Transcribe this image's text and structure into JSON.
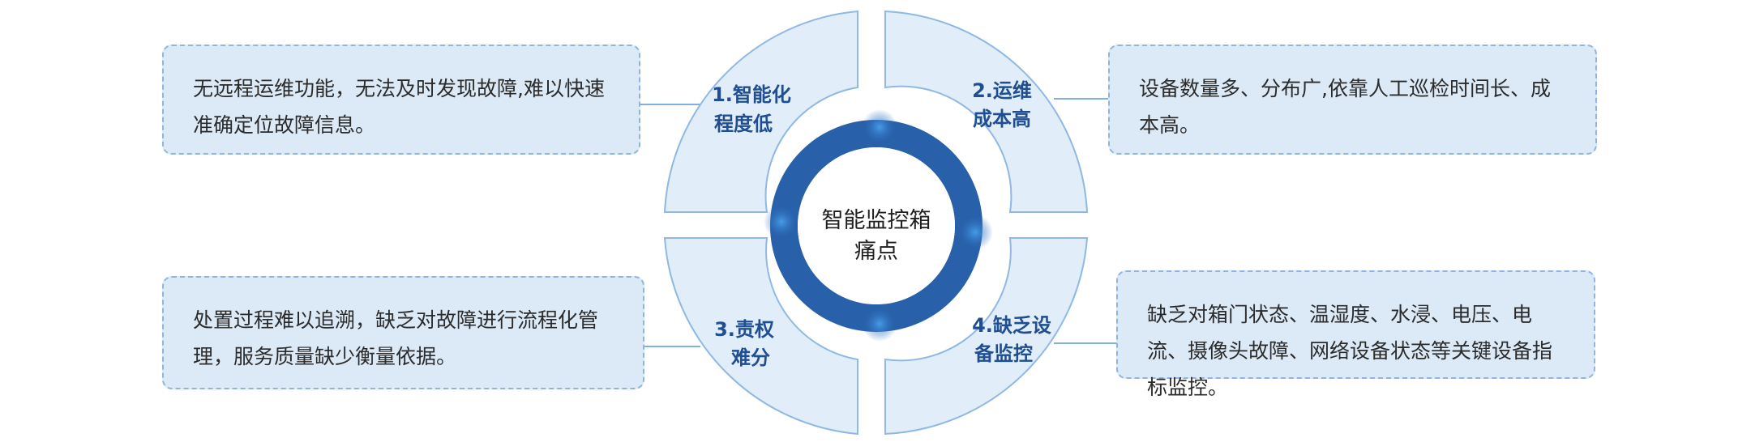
{
  "center": {
    "line1": "智能监控箱",
    "line2": "痛点"
  },
  "quadrants": [
    {
      "line1": "1.智能化",
      "line2": "程度低",
      "description": "无远程运维功能，无法及时发现故障,难以快速准确定位故障信息。"
    },
    {
      "line1": "2.运维",
      "line2": "成本高",
      "description": "设备数量多、分布广,依靠人工巡检时间长、成本高。"
    },
    {
      "line1": "3.责权",
      "line2": "难分",
      "description": "处置过程难以追溯，缺乏对故障进行流程化管理，服务质量缺少衡量依据。"
    },
    {
      "line1": "4.缺乏设",
      "line2": "备监控",
      "description": "缺乏对箱门状态、温湿度、水浸、电压、电流、摄像头故障、网络设备状态等关键设备指标监控。"
    }
  ],
  "colors": {
    "quadrant_fill": "#e1edf9",
    "quadrant_stroke": "#8fb8e3",
    "ring": "#2860aa",
    "label": "#1f4e91",
    "card_fill": "#dce9f6",
    "card_border": "#8fb4dd"
  }
}
